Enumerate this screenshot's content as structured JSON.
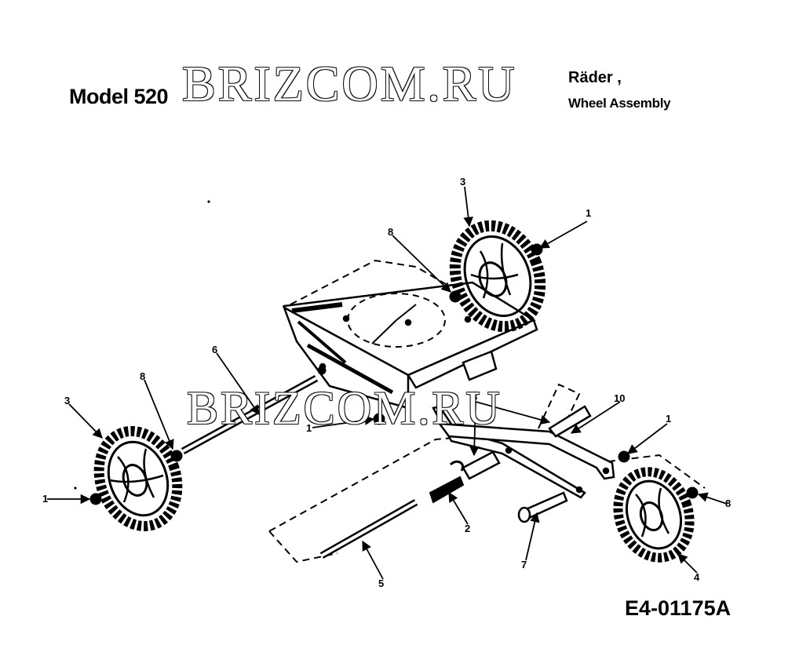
{
  "header": {
    "model": "Model 520",
    "title_de": "Räder ,",
    "title_en": "Wheel Assembly"
  },
  "watermark": "BRIZCOM.RU",
  "drawing_code": "E4-01175A",
  "callouts": [
    "1",
    "3",
    "8",
    "1",
    "6",
    "8",
    "3",
    "1",
    "8",
    "10",
    "1",
    "2",
    "7",
    "8",
    "5",
    "4"
  ],
  "colors": {
    "ink": "#000000",
    "paper": "#ffffff"
  }
}
